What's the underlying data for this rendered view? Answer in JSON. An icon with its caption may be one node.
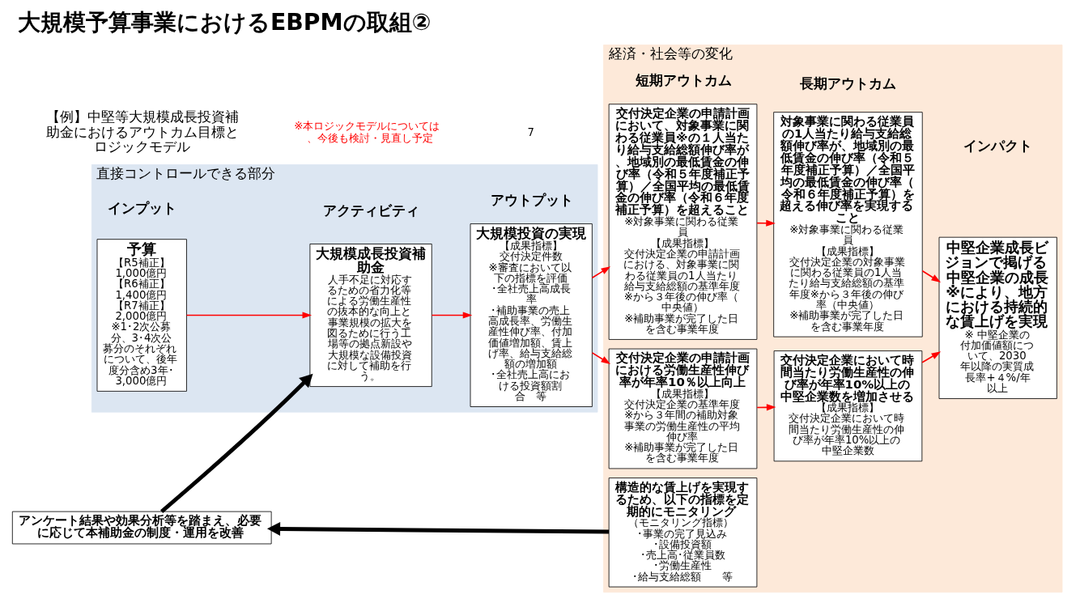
{
  "diagram": {
    "title": "大規模予算事業におけるEBPMの取組②",
    "nodes": [
      {
        "text": [
          "直接コントロールできる部分"
        ]
      },
      {
        "text": [
          "経済・社会等の変化"
        ]
      },
      {
        "text": [
          "予算",
          "【R5補正】",
          "1,000億円",
          "【R6補正】",
          "1,400億円",
          "【R7補正】",
          "2,000億円",
          "※1･2次公募分、3･4次公募分のそれぞれについて、後年度分含め3年･3,000億円"
        ],
        "in": 0
      },
      {
        "text": [
          "大規模成長投資補助金",
          "人手不足に対応するための省力化等による労働生産性の抜本的な向上と事業規模の拡大を図るために行う工場等の拠点新設や大規模な設備投資に対して補助を行う。"
        ],
        "in": 0
      },
      {
        "text": [
          "大規模投資の実現",
          "【成果指標】",
          "交付決定件数",
          "※審査において以下の指標を評価",
          "･全社売上高成長率",
          "･補助事業の売上高成長率、労働生産性伸び率、付加価値増加額、賃上げ率、給与支給総額の増加額",
          "･全社売上高における投資額割合　等"
        ],
        "in": 0
      },
      {
        "text": [
          "交付決定企業の申請計画において、対象事業に関わる従業員※の１人当たり給与支給総額伸び率が、地域別の最低賃金の伸び率（令和５年度補正予算）／全国平均の最低賃金の伸び率（令和６年度補正予算）を超えること",
          "※対象事業に関わる従業員",
          "【成果指標】",
          "交付決定企業の申請計画における、対象事業に関わる従業員の1人当たり給与支給総額の基準年度※から３年後の伸び率（中央値）",
          "※補助事業が完了した日を含む事業年度"
        ],
        "in": 1
      },
      {
        "text": [
          "交付決定企業の申請計画における労働生産性伸び率が年率10％以上向上",
          "【成果指標】",
          "交付決定企業の基準年度※から３年間の補助対象事業の労働生産性の平均伸び率",
          "※補助事業が完了した日を含む事業年度"
        ],
        "in": 1
      },
      {
        "text": [
          "構造的な賃上げを実現するため、以下の指標を定期的にモニタリング",
          "（モニタリング指標）",
          "･事業の完了見込み",
          "･設備投資額",
          "･売上高･従業員数",
          "･労働生産性",
          "･給与支給総額　　等"
        ],
        "in": 1
      },
      {
        "text": [
          "対象事業に関わる従業員の1人当たり給与支給総額伸び率が、地域別の最低賃金の伸び率（令和５年度補正予算）／全国平均の最低賃金の伸び率（令和６年度補正予算）を超える伸び率を実現すること",
          "※対象事業に関わる従業員",
          "【成果指標】",
          "交付決定企業の対象事業に関わる従業員の1人当たり給与支給総額の基準年度※から３年後の伸び率（中央値）",
          "※補助事業が完了した日を含む事業年度"
        ],
        "in": 1
      },
      {
        "text": [
          "交付決定企業において時間当たり労働生産性の伸び率が年率10%以上の中堅企業数を増加させる",
          "【成果指標】",
          "交付決定企業において時間当たり労働生産性の伸び率が年率10%以上の中堅企業数"
        ],
        "in": 1
      },
      {
        "text": [
          "中堅企業成長ビジョンで掲げる中堅企業の成長※により、地方における持続的な賃上げを実現",
          "※ 中堅企業の付加価値額について、2030年以降の実質成長率+４%/年以上"
        ],
        "in": 1
      },
      {
        "text": [
          "アンケート結果や効果分析等を踏まえ、必要に応じて本補助金の制度・運用を改善"
        ]
      }
    ],
    "edges": [
      {
        "from": 2,
        "to": 3,
        "arrow": "to"
      },
      {
        "from": 3,
        "to": 4,
        "arrow": "to"
      },
      {
        "from": 4,
        "to": 5,
        "arrow": "to"
      },
      {
        "from": 4,
        "to": 6,
        "arrow": "to"
      },
      {
        "from": 5,
        "to": 8,
        "arrow": "to"
      },
      {
        "from": 6,
        "to": 9,
        "arrow": "to"
      },
      {
        "from": 8,
        "to": 10,
        "arrow": "to"
      },
      {
        "from": 9,
        "to": 10,
        "arrow": "to"
      },
      {
        "from": 7,
        "to": 11,
        "arrow": "to",
        "style": "thick",
        "color": "#000000"
      },
      {
        "from": 11,
        "to": 3,
        "arrow": "to",
        "style": "thick",
        "color": "#000000"
      }
    ],
    "labels": [
      "【例】中堅等大規模成長投資補助金におけるアウトカム目標とロジックモデル",
      "※本ロジックモデルについては、今後も検討・見直し予定",
      "インプット",
      "アクティビティ",
      "アウトプット",
      "短期アウトカム",
      "長期アウトカム",
      "インパクト",
      "7"
    ]
  }
}
